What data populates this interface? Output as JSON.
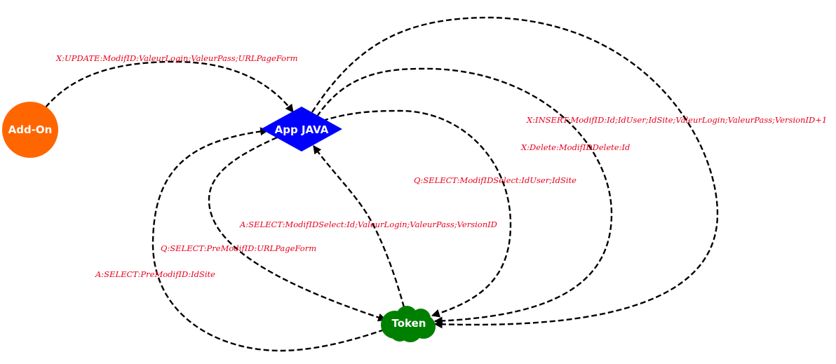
{
  "colors": {
    "addon": "#ff6600",
    "app": "#0000ff",
    "token": "#008000",
    "edge": "#000000",
    "edge_label": "#e8001c",
    "node_text": "#ffffff"
  },
  "nodes": {
    "addon": {
      "label": "Add-On",
      "shape": "circle"
    },
    "app": {
      "label": "App JAVA",
      "shape": "diamond"
    },
    "token": {
      "label": "Token",
      "shape": "cloud"
    }
  },
  "edges": [
    {
      "from": "Add-On",
      "to": "App JAVA",
      "label": "X:UPDATE:ModifID:ValeurLogin;ValeurPass;URLPageForm"
    },
    {
      "from": "App JAVA",
      "to": "Token",
      "label": "X:INSERT:ModifID:Id;IdUser;IdSite;ValeurLogin;ValeurPass;VersionID+1"
    },
    {
      "from": "App JAVA",
      "to": "Token",
      "label": "X:Delete:ModifIDDelete:Id"
    },
    {
      "from": "App JAVA",
      "to": "Token",
      "label": "Q:SELECT:ModifIDSelect:IdUser;IdSite"
    },
    {
      "from": "Token",
      "to": "App JAVA",
      "label": "A:SELECT:ModifIDSelect:Id;ValeurLogin;ValeurPass;VersionID"
    },
    {
      "from": "App JAVA",
      "to": "Token",
      "label": "Q:SELECT:PreModifID:URLPageForm"
    },
    {
      "from": "Token",
      "to": "App JAVA",
      "label": "A:SELECT:PreModifID:IdSite"
    }
  ]
}
